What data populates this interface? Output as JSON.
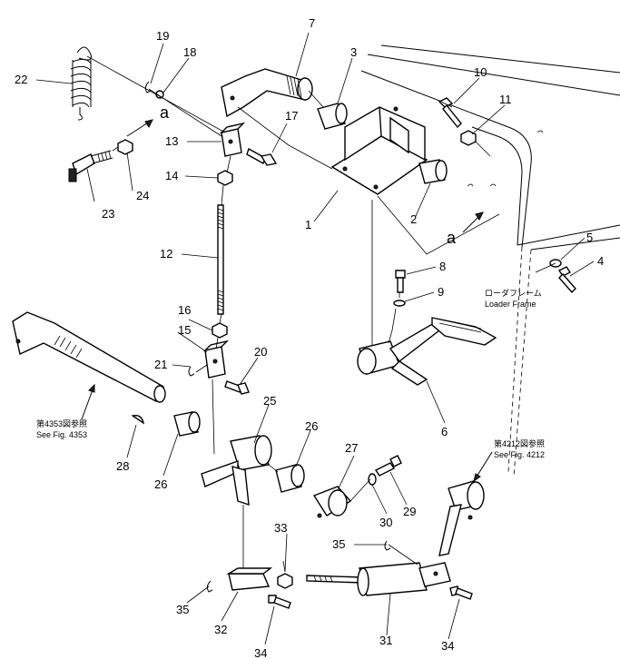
{
  "labels": {
    "n1": "1",
    "n2": "2",
    "n3": "3",
    "n4": "4",
    "n5": "5",
    "n6": "6",
    "n7": "7",
    "n8": "8",
    "n9": "9",
    "n10": "10",
    "n11": "11",
    "n12": "12",
    "n13": "13",
    "n14": "14",
    "n15": "15",
    "n16": "16",
    "n17": "17",
    "n18": "18",
    "n19": "19",
    "n20": "20",
    "n21": "21",
    "n22": "22",
    "n23": "23",
    "n24": "24",
    "n25": "25",
    "n26a": "26",
    "n26b": "26",
    "n27": "27",
    "n28": "28",
    "n29": "29",
    "n30": "30",
    "n31": "31",
    "n32": "32",
    "n33": "33",
    "n34a": "34",
    "n34b": "34",
    "n35a": "35",
    "n35b": "35"
  },
  "callouts": {
    "a1": "a",
    "a2": "a"
  },
  "notes": {
    "loader_frame_jp": "ローダフレーム",
    "loader_frame_en": "Loader Frame",
    "ref4353_jp": "第4353図参照",
    "ref4353_en": "See Fig. 4353",
    "ref4212_jp": "第4212図参照",
    "ref4212_en": "See Fig. 4212"
  }
}
